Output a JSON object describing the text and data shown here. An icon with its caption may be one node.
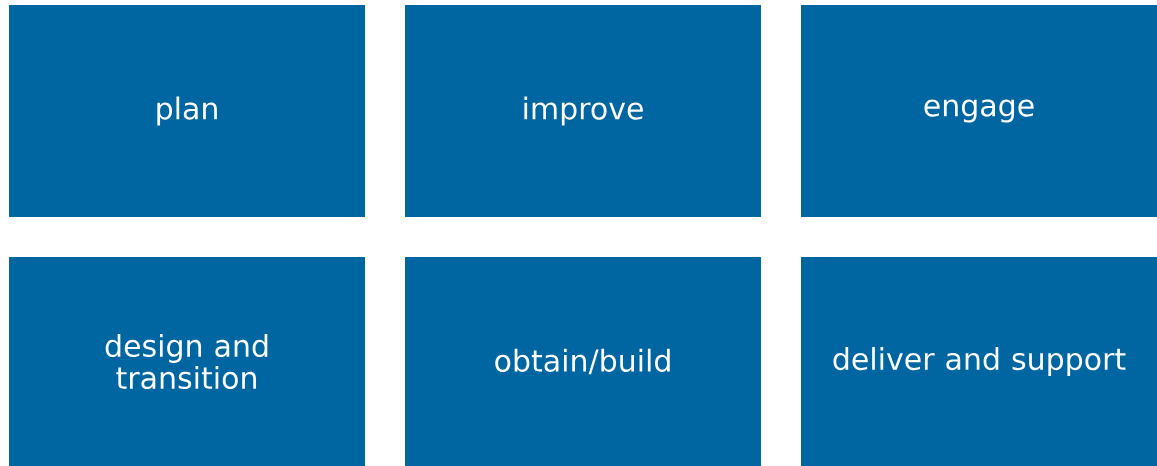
{
  "diagram": {
    "nodes": [
      {
        "text": [
          "plan"
        ]
      },
      {
        "text": [
          "improve"
        ]
      },
      {
        "text": [
          "engage"
        ]
      },
      {
        "text": [
          "design and transition"
        ]
      },
      {
        "text": [
          "obtain/build"
        ]
      },
      {
        "text": [
          "deliver and support"
        ]
      }
    ]
  }
}
